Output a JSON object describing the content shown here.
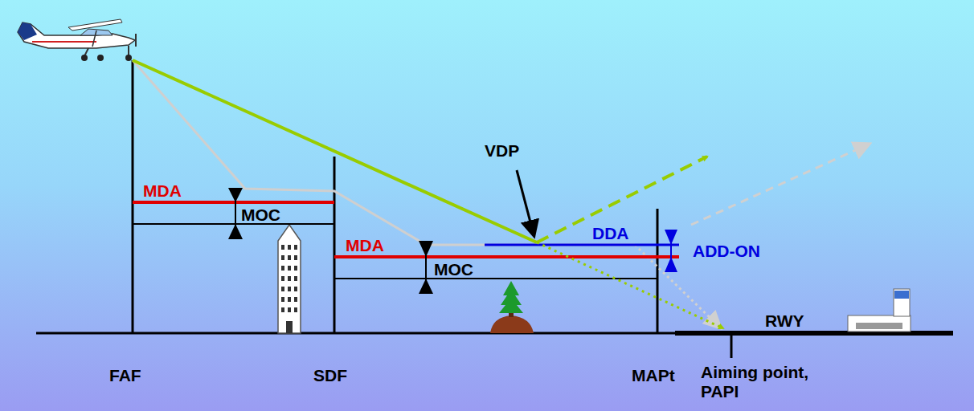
{
  "diagram": {
    "labels": [
      "VDP",
      "MDA",
      "MOC",
      "MDA",
      "MOC",
      "DDA",
      "ADD-ON",
      "RWY",
      "FAF",
      "SDF",
      "MAPt",
      "Aiming point, PAPI"
    ]
  }
}
